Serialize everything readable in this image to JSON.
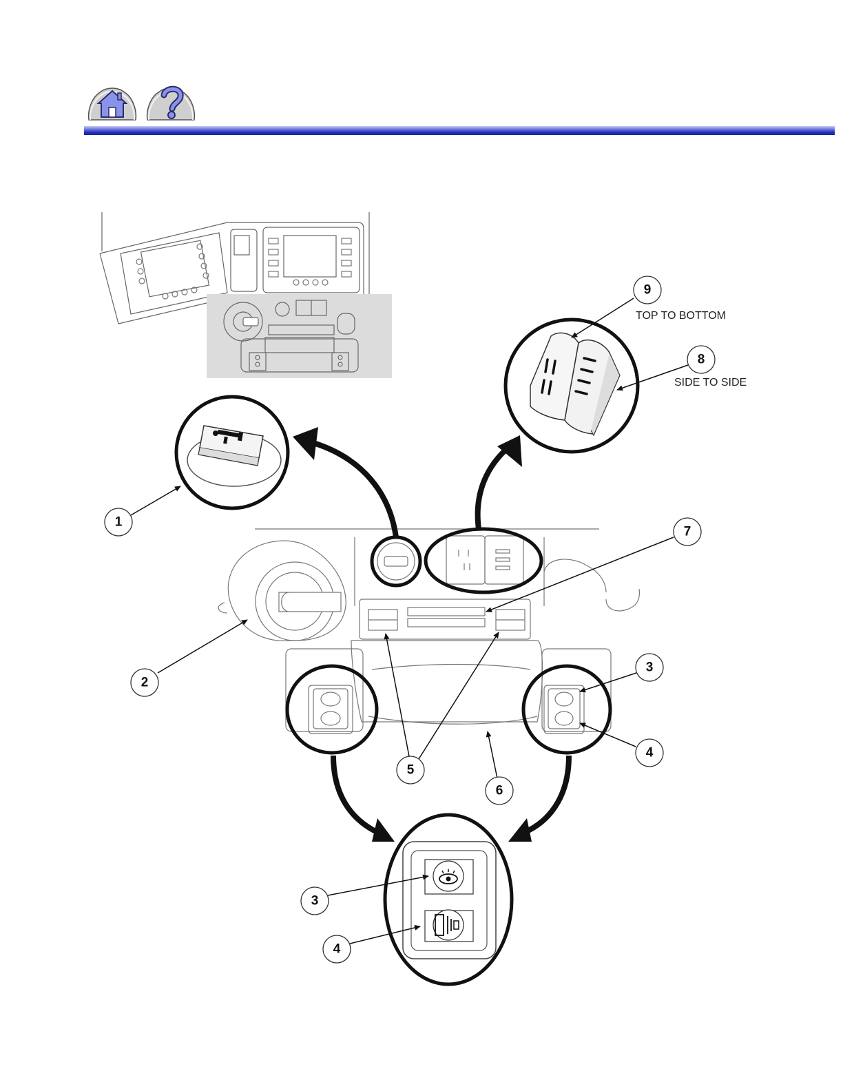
{
  "nav": {
    "home_icon": "home-icon",
    "help_icon": "help-icon"
  },
  "colors": {
    "rule": "#2631b8",
    "button_face": "#c9c9c9",
    "icon_blue": "#7b86e8"
  },
  "callouts": {
    "c1": "1",
    "c2": "2",
    "c3a": "3",
    "c4a": "4",
    "c5": "5",
    "c6": "6",
    "c7": "7",
    "c8": "8",
    "c9": "9",
    "c3b": "3",
    "c4b": "4"
  },
  "notes": {
    "top_to_bottom": "TOP TO BOTTOM",
    "side_to_side": "SIDE TO SIDE"
  }
}
